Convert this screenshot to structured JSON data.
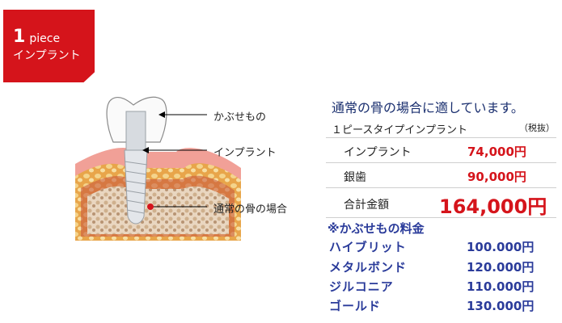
{
  "badge": {
    "line1_big": "1",
    "line1_small": "piece",
    "line2": "インプラント"
  },
  "diagram": {
    "labels": {
      "crown": "かぶせもの",
      "implant": "インプラント",
      "bone": "通常の骨の場合"
    }
  },
  "pricing": {
    "headline": "通常の骨の場合に適しています。",
    "subheading": "１ピースタイプインプラント",
    "tax_note": "（税抜）",
    "rows": [
      {
        "label": "インプラント",
        "value": "74,000円"
      },
      {
        "label": "銀歯",
        "value": "90,000円"
      }
    ],
    "total": {
      "label": "合計金額",
      "value": "164,000円"
    }
  },
  "crown_fees": {
    "title": "※かぶせもの料金",
    "items": [
      {
        "name": "ハイブリット",
        "price": "100.000円"
      },
      {
        "name": "メタルボンド",
        "price": "120.000円"
      },
      {
        "name": "ジルコニア",
        "price": "110.000円"
      },
      {
        "name": "ゴールド",
        "price": "130.000円"
      }
    ]
  },
  "colors": {
    "accent_red": "#d5141b",
    "navy": "#1a2f6f",
    "blue_text": "#2a3b9a"
  }
}
